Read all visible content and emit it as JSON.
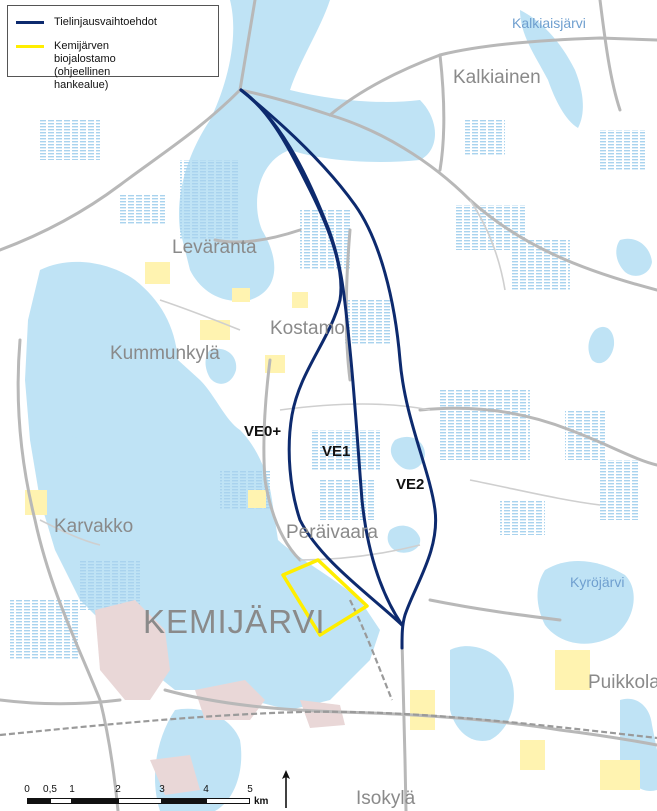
{
  "legend": {
    "items": [
      {
        "label": "Tielinjausvaihtoehdot",
        "color": "#0d2a6e"
      },
      {
        "label": "Kemijärven biojalostamo\n(ohjeellinen hankealue)",
        "color": "#ffee00"
      }
    ]
  },
  "places": {
    "kalkiaisjarvi": "Kalkiaisjärvi",
    "kalkiainen": "Kalkiainen",
    "levaranta": "Leväranta",
    "kostamo": "Kostamo",
    "kummunkyla": "Kummunkylä",
    "karvakko": "Karvakko",
    "peravaara": "Peräivaara",
    "kemijarvi": "KEMIJÄRVI",
    "kyrojarvi": "Kyröjärvi",
    "puikkola": "Puikkola",
    "isokyla": "Isokylä"
  },
  "routes": {
    "ve0": "VE0+",
    "ve1": "VE1",
    "ve2": "VE2"
  },
  "scale": {
    "ticks": [
      "0",
      "0,5",
      "1",
      "2",
      "3",
      "4",
      "5"
    ],
    "unit": "km"
  },
  "colors": {
    "water": "#bfe3f5",
    "route": "#0d2a6e",
    "project_area": "#ffee00",
    "road": "#b8b8b8",
    "settlement": "#fff3b0",
    "urban": "#e9d7d7"
  }
}
